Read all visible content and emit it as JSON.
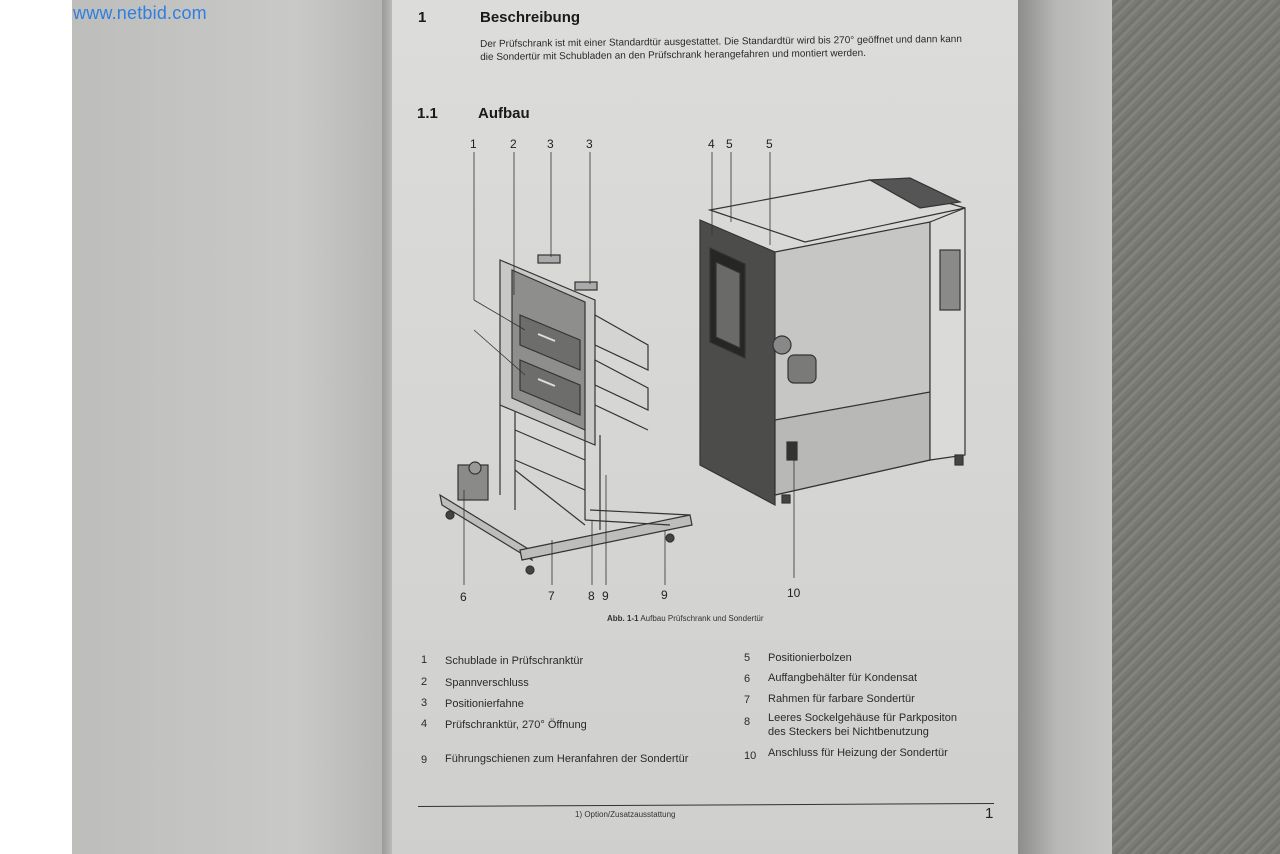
{
  "watermark": "www.netbid.com",
  "section": {
    "number": "1",
    "title": "Beschreibung",
    "description": "Der Prüfschrank ist mit einer Standardtür ausgestattet. Die Standardtür wird bis 270° geöffnet und dann kann die Sondertür mit Schubladen an den Prüfschrank herangefahren und montiert werden."
  },
  "subsection": {
    "number": "1.1",
    "title": "Aufbau"
  },
  "figure": {
    "callouts_top": [
      "1",
      "2",
      "3",
      "3",
      "4",
      "5",
      "5"
    ],
    "callouts_bottom": [
      "6",
      "7",
      "8",
      "9",
      "9",
      "10"
    ],
    "caption_label": "Abb. 1-1",
    "caption_text": "Aufbau Prüfschrank und Sondertür"
  },
  "legend": {
    "left": [
      {
        "num": "1",
        "text": "Schublade in Prüfschranktür"
      },
      {
        "num": "2",
        "text": "Spannverschluss"
      },
      {
        "num": "3",
        "text": "Positionierfahne"
      },
      {
        "num": "4",
        "text": "Prüfschranktür, 270° Öffnung"
      },
      {
        "num": "9",
        "text": "Führungschienen zum Heranfahren der Sondertür"
      }
    ],
    "right": [
      {
        "num": "5",
        "text": "Positionierbolzen"
      },
      {
        "num": "6",
        "text": "Auffangbehälter für Kondensat"
      },
      {
        "num": "7",
        "text": "Rahmen für farbare Sondertür"
      },
      {
        "num": "8",
        "text": "Leeres Sockelgehäuse für Parkpositon des Steckers bei Nichtbenutzung"
      },
      {
        "num": "10",
        "text": "Anschluss für Heizung der Sondertür"
      }
    ]
  },
  "footer": {
    "footnote": "1) Option/Zusatzausstattung",
    "page_number": "1"
  }
}
